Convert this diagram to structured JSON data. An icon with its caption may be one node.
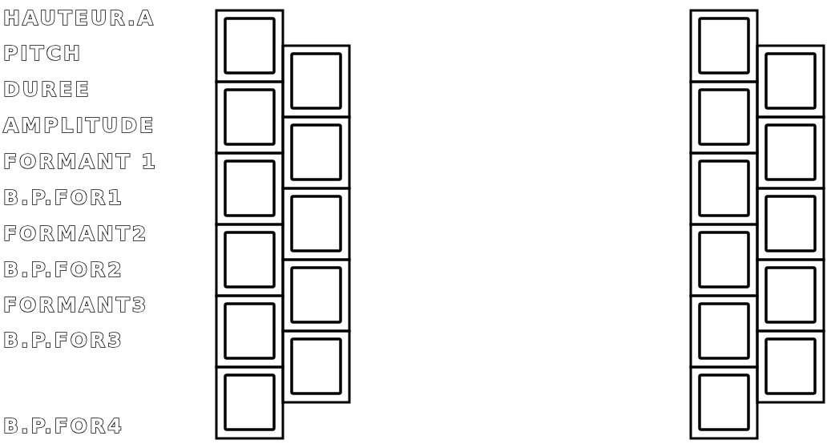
{
  "diagram": {
    "labels": [
      "HAUTEUR.A",
      "PITCH",
      "DUREE",
      "AMPLITUDE",
      "FORMANT 1",
      "B.P.FOR1",
      "FORMANT2",
      "B.P.FOR2",
      "FORMANT3",
      "B.P.FOR3",
      "B.P.FOR4"
    ]
  }
}
